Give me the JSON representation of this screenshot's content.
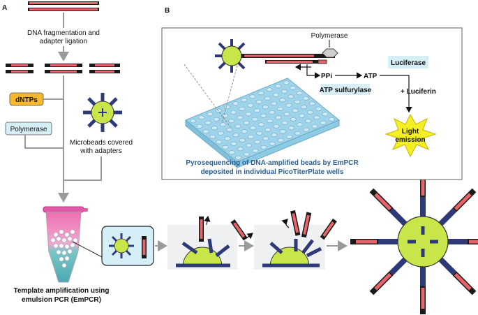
{
  "panel_a": {
    "letter": "A",
    "step_fragmentation_line1": "DNA fragmentation and",
    "step_fragmentation_line2": "adapter ligation",
    "dntps": "dNTPs",
    "polymerase": "Polymerase",
    "microbeads_line1": "Microbeads covered",
    "microbeads_line2": "with adapters",
    "template_line1": "Template amplification using",
    "template_line2": "emulsion PCR (EmPCR)"
  },
  "panel_b": {
    "letter": "B",
    "polymerase": "Polymerase",
    "ppi": "PPi",
    "atp": "ATP",
    "atp_sulfurylase": "ATP sulfurylase",
    "luciferase": "Luciferase",
    "luciferin": "+ Luciferin",
    "light_line1": "Light",
    "light_line2": "emission",
    "caption_line1": "Pyrosequencing of DNA-amplified beads by EmPCR",
    "caption_line2": "deposited in individual PicoTiterPlate wells"
  },
  "colors": {
    "dna_red": "#e8646a",
    "dna_black": "#1a1a1a",
    "bead_green": "#c8e64a",
    "adapter_navy": "#2e3a78",
    "dntps_orange": "#f5b82e",
    "box_blue": "#d6eef6",
    "plate_blue": "#9fd3ea",
    "star_yellow": "#f4ef25",
    "gray_line": "#9a9a9a"
  }
}
